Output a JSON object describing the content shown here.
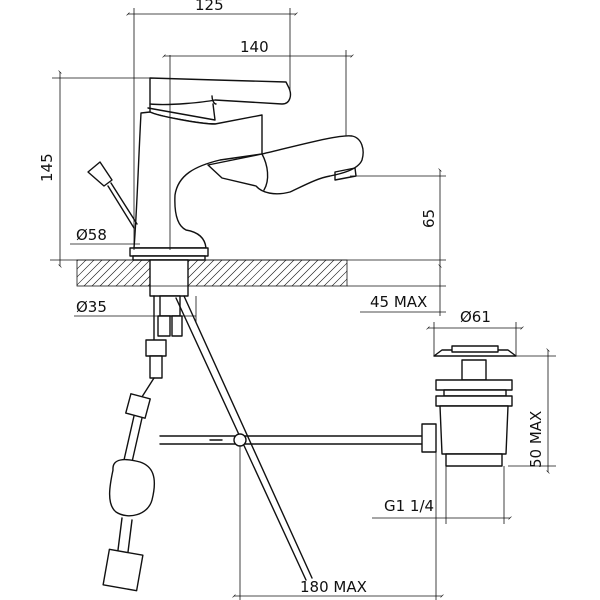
{
  "dimensions": {
    "width_125": "125",
    "width_140": "140",
    "height_145": "145",
    "height_65": "65",
    "diameter_58": "Ø58",
    "diameter_35": "Ø35",
    "deck_45": "45 MAX",
    "diameter_61": "Ø61",
    "height_50": "50 MAX",
    "thread": "G1 1/4",
    "length_180": "180 MAX"
  }
}
